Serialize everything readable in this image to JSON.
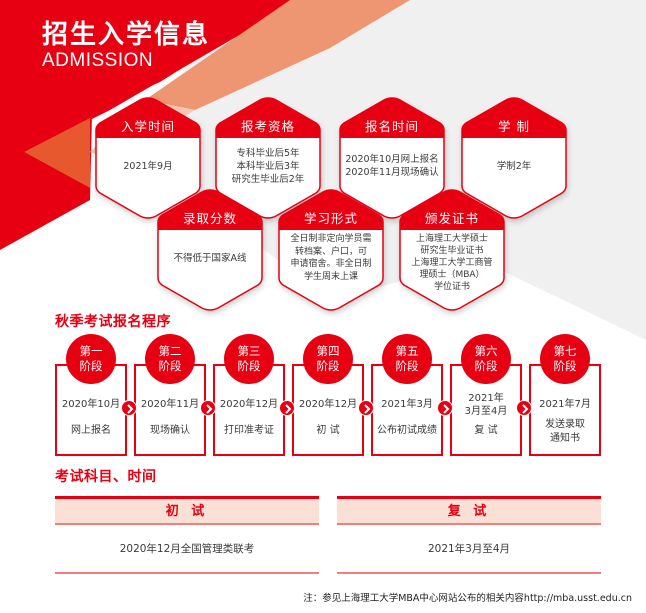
{
  "header": {
    "title": "招生入学信息",
    "subtitle": "ADMISSION"
  },
  "colors": {
    "brand_red": "#e60012",
    "peach": "#ee9572",
    "light_pink": "#f6c7b5",
    "gray_bg": "#f0f0f0",
    "table_head_bg": "#fbe0d6"
  },
  "info_cards": [
    {
      "title": "入学时间",
      "lines": [
        "2021年9月"
      ]
    },
    {
      "title": "报考资格",
      "lines": [
        "专科毕业后5年",
        "本科毕业后3年",
        "研究生毕业后2年"
      ]
    },
    {
      "title": "报名时间",
      "lines": [
        "2020年10月网上报名",
        "2020年11月现场确认"
      ]
    },
    {
      "title": "学 制",
      "lines": [
        "学制2年"
      ]
    },
    {
      "title": "录取分数",
      "lines": [
        "不得低于国家A线"
      ]
    },
    {
      "title": "学习形式",
      "lines": [
        "全日制非定向学员需",
        "转档案、户口，可",
        "申请宿舍。非全日制",
        "学生周末上课"
      ]
    },
    {
      "title": "颁发证书",
      "lines": [
        "上海理工大学硕士",
        "研究生毕业证书",
        "上海理工大学工商管",
        "理硕士（MBA）",
        "学位证书"
      ]
    }
  ],
  "procedure": {
    "title": "秋季考试报名程序",
    "steps": [
      {
        "stage_l1": "第一",
        "stage_l2": "阶段",
        "date": [
          "2020年10月"
        ],
        "desc": [
          "网上报名"
        ]
      },
      {
        "stage_l1": "第二",
        "stage_l2": "阶段",
        "date": [
          "2020年11月"
        ],
        "desc": [
          "现场确认"
        ]
      },
      {
        "stage_l1": "第三",
        "stage_l2": "阶段",
        "date": [
          "2020年12月"
        ],
        "desc": [
          "打印准考证"
        ]
      },
      {
        "stage_l1": "第四",
        "stage_l2": "阶段",
        "date": [
          "2020年12月"
        ],
        "desc": [
          "初 试"
        ]
      },
      {
        "stage_l1": "第五",
        "stage_l2": "阶段",
        "date": [
          "2021年3月"
        ],
        "desc": [
          "公布初试成绩"
        ]
      },
      {
        "stage_l1": "第六",
        "stage_l2": "阶段",
        "date": [
          "2021年",
          "3月至4月"
        ],
        "desc": [
          "复 试"
        ]
      },
      {
        "stage_l1": "第七",
        "stage_l2": "阶段",
        "date": [
          "2021年7月"
        ],
        "desc": [
          "发送录取",
          "通知书"
        ]
      }
    ],
    "arrow_icon": "chevron-right-icon"
  },
  "exams": {
    "title": "考试科目、时间",
    "columns": [
      {
        "header": "初 试",
        "value": "2020年12月全国管理类联考"
      },
      {
        "header": "复 试",
        "value": "2021年3月至4月"
      }
    ]
  },
  "footnote": "注：参见上海理工大学MBA中心网站公布的相关内容http://mba.usst.edu.cn"
}
